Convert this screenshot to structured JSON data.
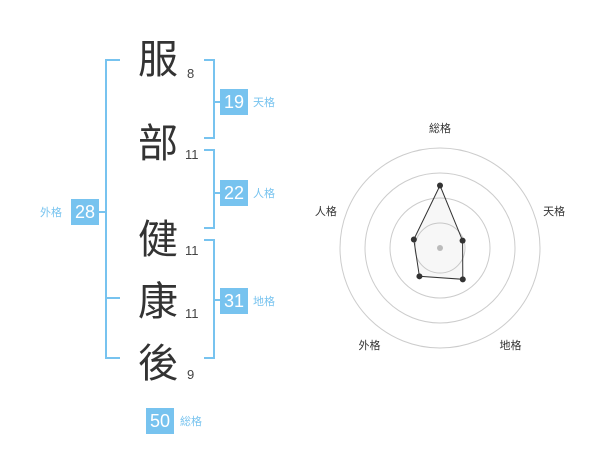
{
  "characters": [
    {
      "char": "服",
      "strokes": "8"
    },
    {
      "char": "部",
      "strokes": "11"
    },
    {
      "char": "健",
      "strokes": "11"
    },
    {
      "char": "康",
      "strokes": "11"
    },
    {
      "char": "後",
      "strokes": "9"
    }
  ],
  "grades": {
    "tenkaku": {
      "value": "19",
      "label": "天格"
    },
    "jinkaku": {
      "value": "22",
      "label": "人格"
    },
    "chikaku": {
      "value": "31",
      "label": "地格"
    },
    "gaikaku": {
      "value": "28",
      "label": "外格"
    },
    "soukaku": {
      "value": "50",
      "label": "総格"
    }
  },
  "colors": {
    "accent": "#77c3ef",
    "text": "#333333",
    "ring": "#cccccc"
  },
  "chart_data": {
    "type": "radar",
    "axes": [
      "総格",
      "天格",
      "地格",
      "外格",
      "人格"
    ],
    "values": [
      50,
      19,
      31,
      28,
      22
    ],
    "rings": 4
  }
}
